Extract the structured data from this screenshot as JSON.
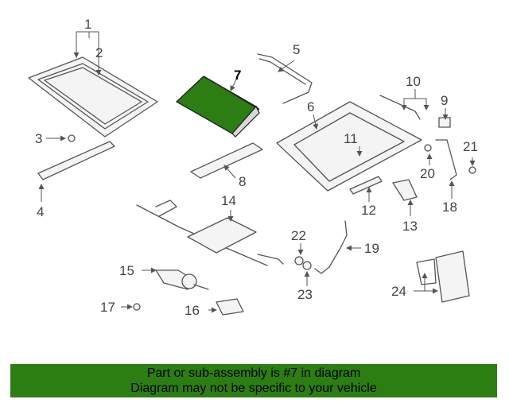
{
  "diagram": {
    "callouts": {
      "c1": "1",
      "c2": "2",
      "c3": "3",
      "c4": "4",
      "c5": "5",
      "c6": "6",
      "c7": "7",
      "c8": "8",
      "c9": "9",
      "c10": "10",
      "c11": "11",
      "c12": "12",
      "c13": "13",
      "c14": "14",
      "c15": "15",
      "c16": "16",
      "c17": "17",
      "c18": "18",
      "c19": "19",
      "c20": "20",
      "c21": "21",
      "c22": "22",
      "c23": "23",
      "c24": "24"
    },
    "highlight_color": "#2c7d12"
  },
  "banner": {
    "line1": "Part or sub-assembly is #7 in diagram",
    "line2": "Diagram may not be specific to your vehicle",
    "background": "#2c7d12"
  }
}
